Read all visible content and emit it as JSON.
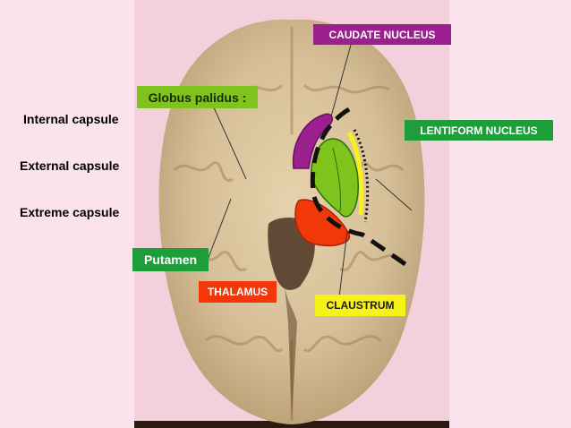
{
  "side_labels": {
    "internal_capsule": "Internal capsule",
    "external_capsule": "External capsule",
    "extreme_capsule": "Extreme capsule"
  },
  "tags": {
    "caudate_nucleus": "CAUDATE NUCLEUS",
    "globus_pallidus": "Globus palidus :",
    "lentiform_nucleus": "LENTIFORM NUCLEUS",
    "putamen": "Putamen",
    "thalamus": "THALAMUS",
    "claustrum": "CLAUSTRUM"
  },
  "colors": {
    "background": "#fbe3ee",
    "caudate": "#9b1f8e",
    "lentiform": "#1e9e3a",
    "globus_pallidus": "#7fc31d",
    "putamen": "#1e9e3a",
    "thalamus": "#f2380b",
    "claustrum": "#f7f21a"
  }
}
